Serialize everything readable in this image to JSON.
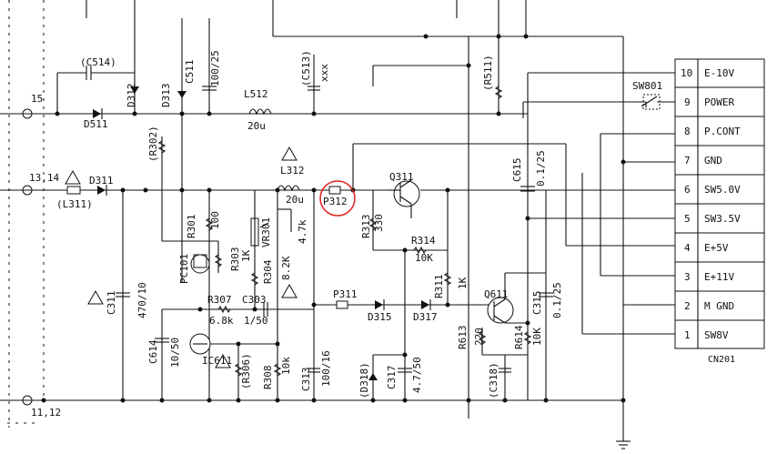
{
  "diagram": {
    "nodes": {
      "n15": "15",
      "n1314": "13,14",
      "n1112": "11,12"
    },
    "components": {
      "c514": "(C514)",
      "d312": "D312",
      "d313": "D313",
      "c511": "C511",
      "c511_val": "100/25",
      "l512": "L512",
      "l512_val": "20u",
      "c513": "(C513)",
      "c513_val": "xxx",
      "r511": "(R511)",
      "d511": "D511",
      "r302": "(R302)",
      "d311": "D311",
      "l311": "(L311)",
      "l312": "L312",
      "l312_val": "20u",
      "p312": "P312",
      "q311": "Q311",
      "c615": "C615",
      "c615_val": "0.1/25",
      "r301": "R301",
      "r301_val": "100",
      "r303": "R303",
      "r303_val": "1K",
      "pc101": "PC101",
      "vr301": "VR301",
      "vr301_val": "4.7k",
      "r304": "R304",
      "r304_val": "8.2K",
      "r313": "R313",
      "r313_val": "330",
      "r314": "R314",
      "r314_val": "10K",
      "r311": "R311",
      "r311_val": "1K",
      "c311": "C311",
      "c311_val": "470/10",
      "r307": "R307",
      "r307_val": "6.8k",
      "c303": "C303",
      "c303_val": "1/50",
      "p311": "P311",
      "d315": "D315",
      "d317": "D317",
      "q611": "Q611",
      "c315": "C315",
      "c315_val": "0.1/25",
      "c614": "C614",
      "c614_val": "10/50",
      "ic611": "IC611",
      "r306": "(R306)",
      "r308": "R308",
      "r308_val": "10k",
      "c313": "C313",
      "c313_val": "100/16",
      "d318": "(D318)",
      "c317": "C317",
      "c317_val": "4.7/50",
      "r613": "R613",
      "r613_val": "220",
      "r614": "R614",
      "r614_val": "10K",
      "c318": "(C318)",
      "sw801": "SW801"
    },
    "connector": {
      "name": "CN201",
      "pins": [
        {
          "num": "10",
          "label": "E-10V"
        },
        {
          "num": "9",
          "label": "POWER"
        },
        {
          "num": "8",
          "label": "P.CONT"
        },
        {
          "num": "7",
          "label": "GND"
        },
        {
          "num": "6",
          "label": "SW5.0V"
        },
        {
          "num": "5",
          "label": "SW3.5V"
        },
        {
          "num": "4",
          "label": "E+5V"
        },
        {
          "num": "3",
          "label": "E+11V"
        },
        {
          "num": "2",
          "label": "M GND"
        },
        {
          "num": "1",
          "label": "SW8V"
        }
      ]
    },
    "highlight_color": "#e0201a"
  }
}
